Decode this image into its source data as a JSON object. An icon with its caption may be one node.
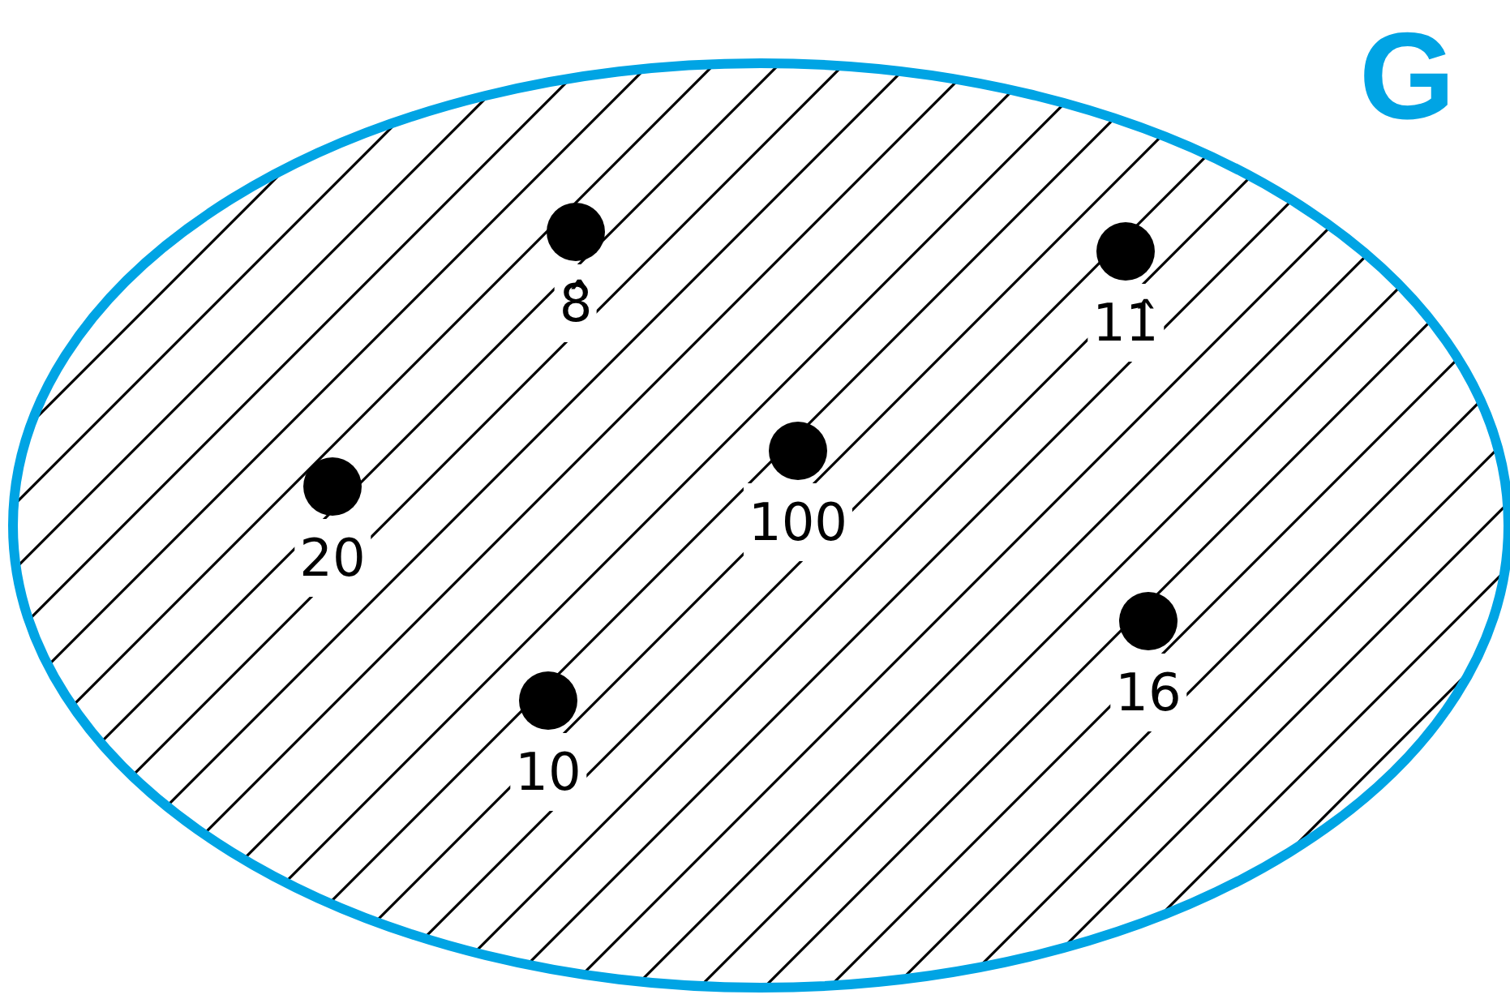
{
  "diagram": {
    "nodes": [
      {
        "text": [
          "G"
        ]
      },
      {
        "text": [
          "8̂"
        ],
        "in": 0
      },
      {
        "text": [
          "11̂"
        ],
        "in": 0
      },
      {
        "text": [
          "20"
        ],
        "in": 0
      },
      {
        "text": [
          "100"
        ],
        "in": 0
      },
      {
        "text": [
          "10"
        ],
        "in": 0
      },
      {
        "text": [
          "16"
        ],
        "in": 0
      }
    ]
  }
}
